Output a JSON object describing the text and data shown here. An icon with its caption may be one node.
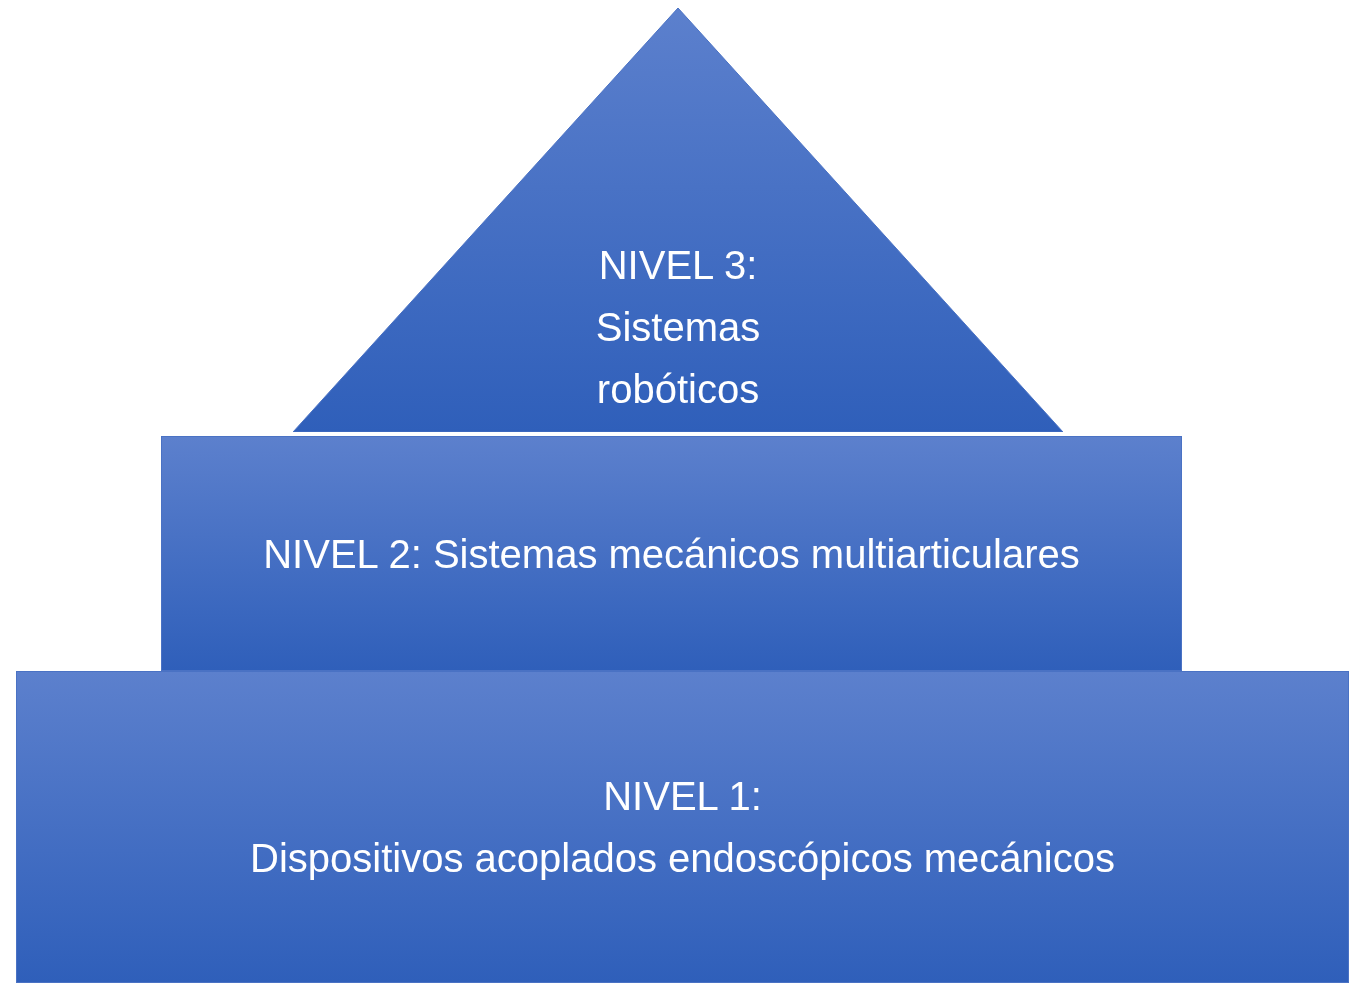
{
  "diagram": {
    "nodes": [
      {
        "text": [
          "NIVEL 3: Sistemas robóticos"
        ]
      },
      {
        "text": [
          "NIVEL 2: Sistemas mecánicos multiarticulares"
        ]
      },
      {
        "text": [
          "NIVEL 1:",
          "Dispositivos acoplados endoscópicos mecánicos"
        ]
      }
    ]
  }
}
